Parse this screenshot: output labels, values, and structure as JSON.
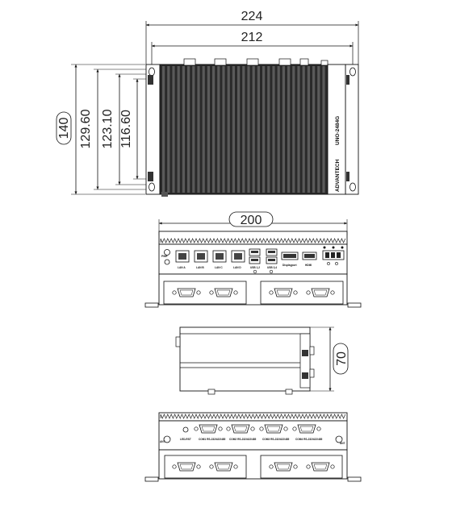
{
  "dimensions": {
    "overall_width": "224",
    "mount_width": "212",
    "height_total": "140",
    "height_a": "129.60",
    "height_b": "123.10",
    "height_c": "116.60",
    "front_width": "200",
    "depth": "70"
  },
  "top_view": {
    "brand": "ADVANTECH",
    "model": "UNO-2484G"
  },
  "front_panel": {
    "lan_labels": [
      "LAN A",
      "LAN B",
      "LAN C",
      "LAN D"
    ],
    "usb_labels": [
      "USB 1,2",
      "USB 3,4"
    ],
    "display_label": "Displayport",
    "hdmi_label": "HDMI",
    "pwr_label": "PWR"
  },
  "rear_panel": {
    "com_labels": [
      "COM1 RS-232/422/485",
      "COM2 RS-232/422/485",
      "COM3 RS-232/422/485",
      "COM4 RS-232/422/485"
    ],
    "ant_left": "ANT",
    "ant_right": "ANT",
    "reset_label": "LED-RST"
  },
  "colors": {
    "line": "#111111",
    "fin_dark": "#1a1a1a",
    "fin_light": "#5a5a5a"
  }
}
